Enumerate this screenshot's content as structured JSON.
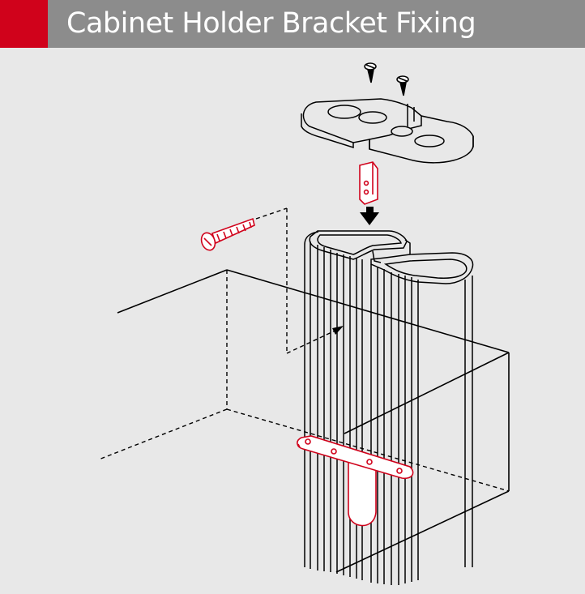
{
  "header": {
    "title": "Cabinet Holder Bracket Fixing"
  },
  "colors": {
    "background": "#e8e8e8",
    "header_bar": "#8c8c8c",
    "accent": "#d0021b",
    "line": "#000000",
    "highlight_part": "#d0021b"
  },
  "parts": [
    "screw-icon",
    "top-cap-plate",
    "cap-insert",
    "fixing-bolt",
    "vertical-profile",
    "cabinet-outline",
    "holder-bracket"
  ]
}
